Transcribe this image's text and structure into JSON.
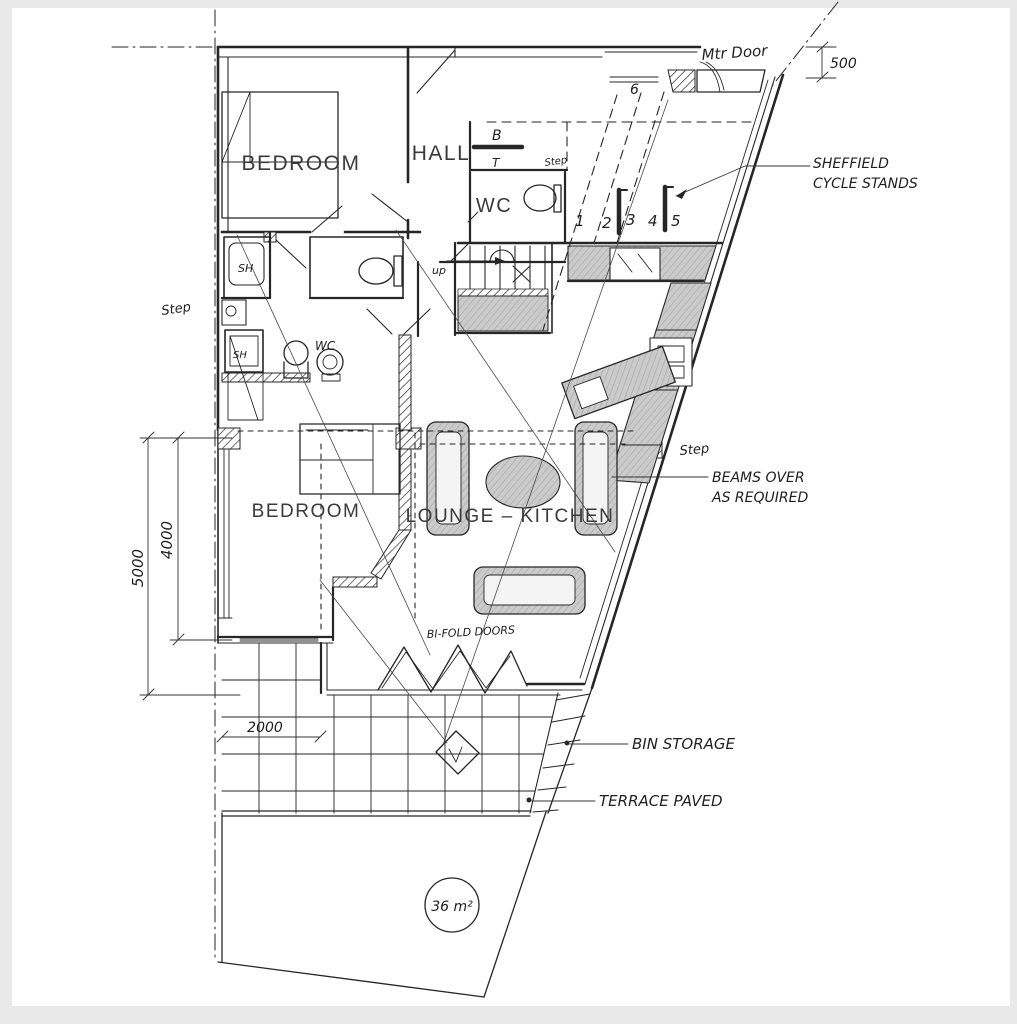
{
  "plan": {
    "rooms": {
      "bedroom_top": "BEDROOM",
      "hall": "HALL",
      "wc": "WC",
      "bedroom_lower": "BEDROOM",
      "lounge_kitchen": "LOUNGE – KITCHEN"
    },
    "fixtures": {
      "shower": "SH",
      "store_cupboard": "SH",
      "wc_cursive": "WC",
      "boiler": "B",
      "bench": "T",
      "step_hall": "Step",
      "step_left": "Step",
      "step_kitchen": "Step",
      "stairs_up": "up",
      "door_number": "6"
    },
    "cycle_stand_numbers": [
      "1",
      "2",
      "3",
      "4",
      "5"
    ],
    "annotations": {
      "meter_door": "Mtr Door",
      "sheffield_line1": "SHEFFIELD",
      "sheffield_line2": "CYCLE STANDS",
      "beams_line1": "BEAMS OVER",
      "beams_line2": "AS REQUIRED",
      "bin_storage": "BIN STORAGE",
      "terrace_paved": "TERRACE PAVED",
      "bifold_doors": "BI-FOLD DOORS"
    },
    "dimensions": {
      "meter_door_width": "500",
      "bedroom_depth": "4000",
      "plot_depth": "5000",
      "terrace_width": "2000",
      "garden_area": "36 m²"
    },
    "colors": {
      "ink": "#262626",
      "pencil_shade": "#c6c6c6",
      "paper": "#ffffff",
      "page_margin": "#e9e9e9"
    }
  }
}
